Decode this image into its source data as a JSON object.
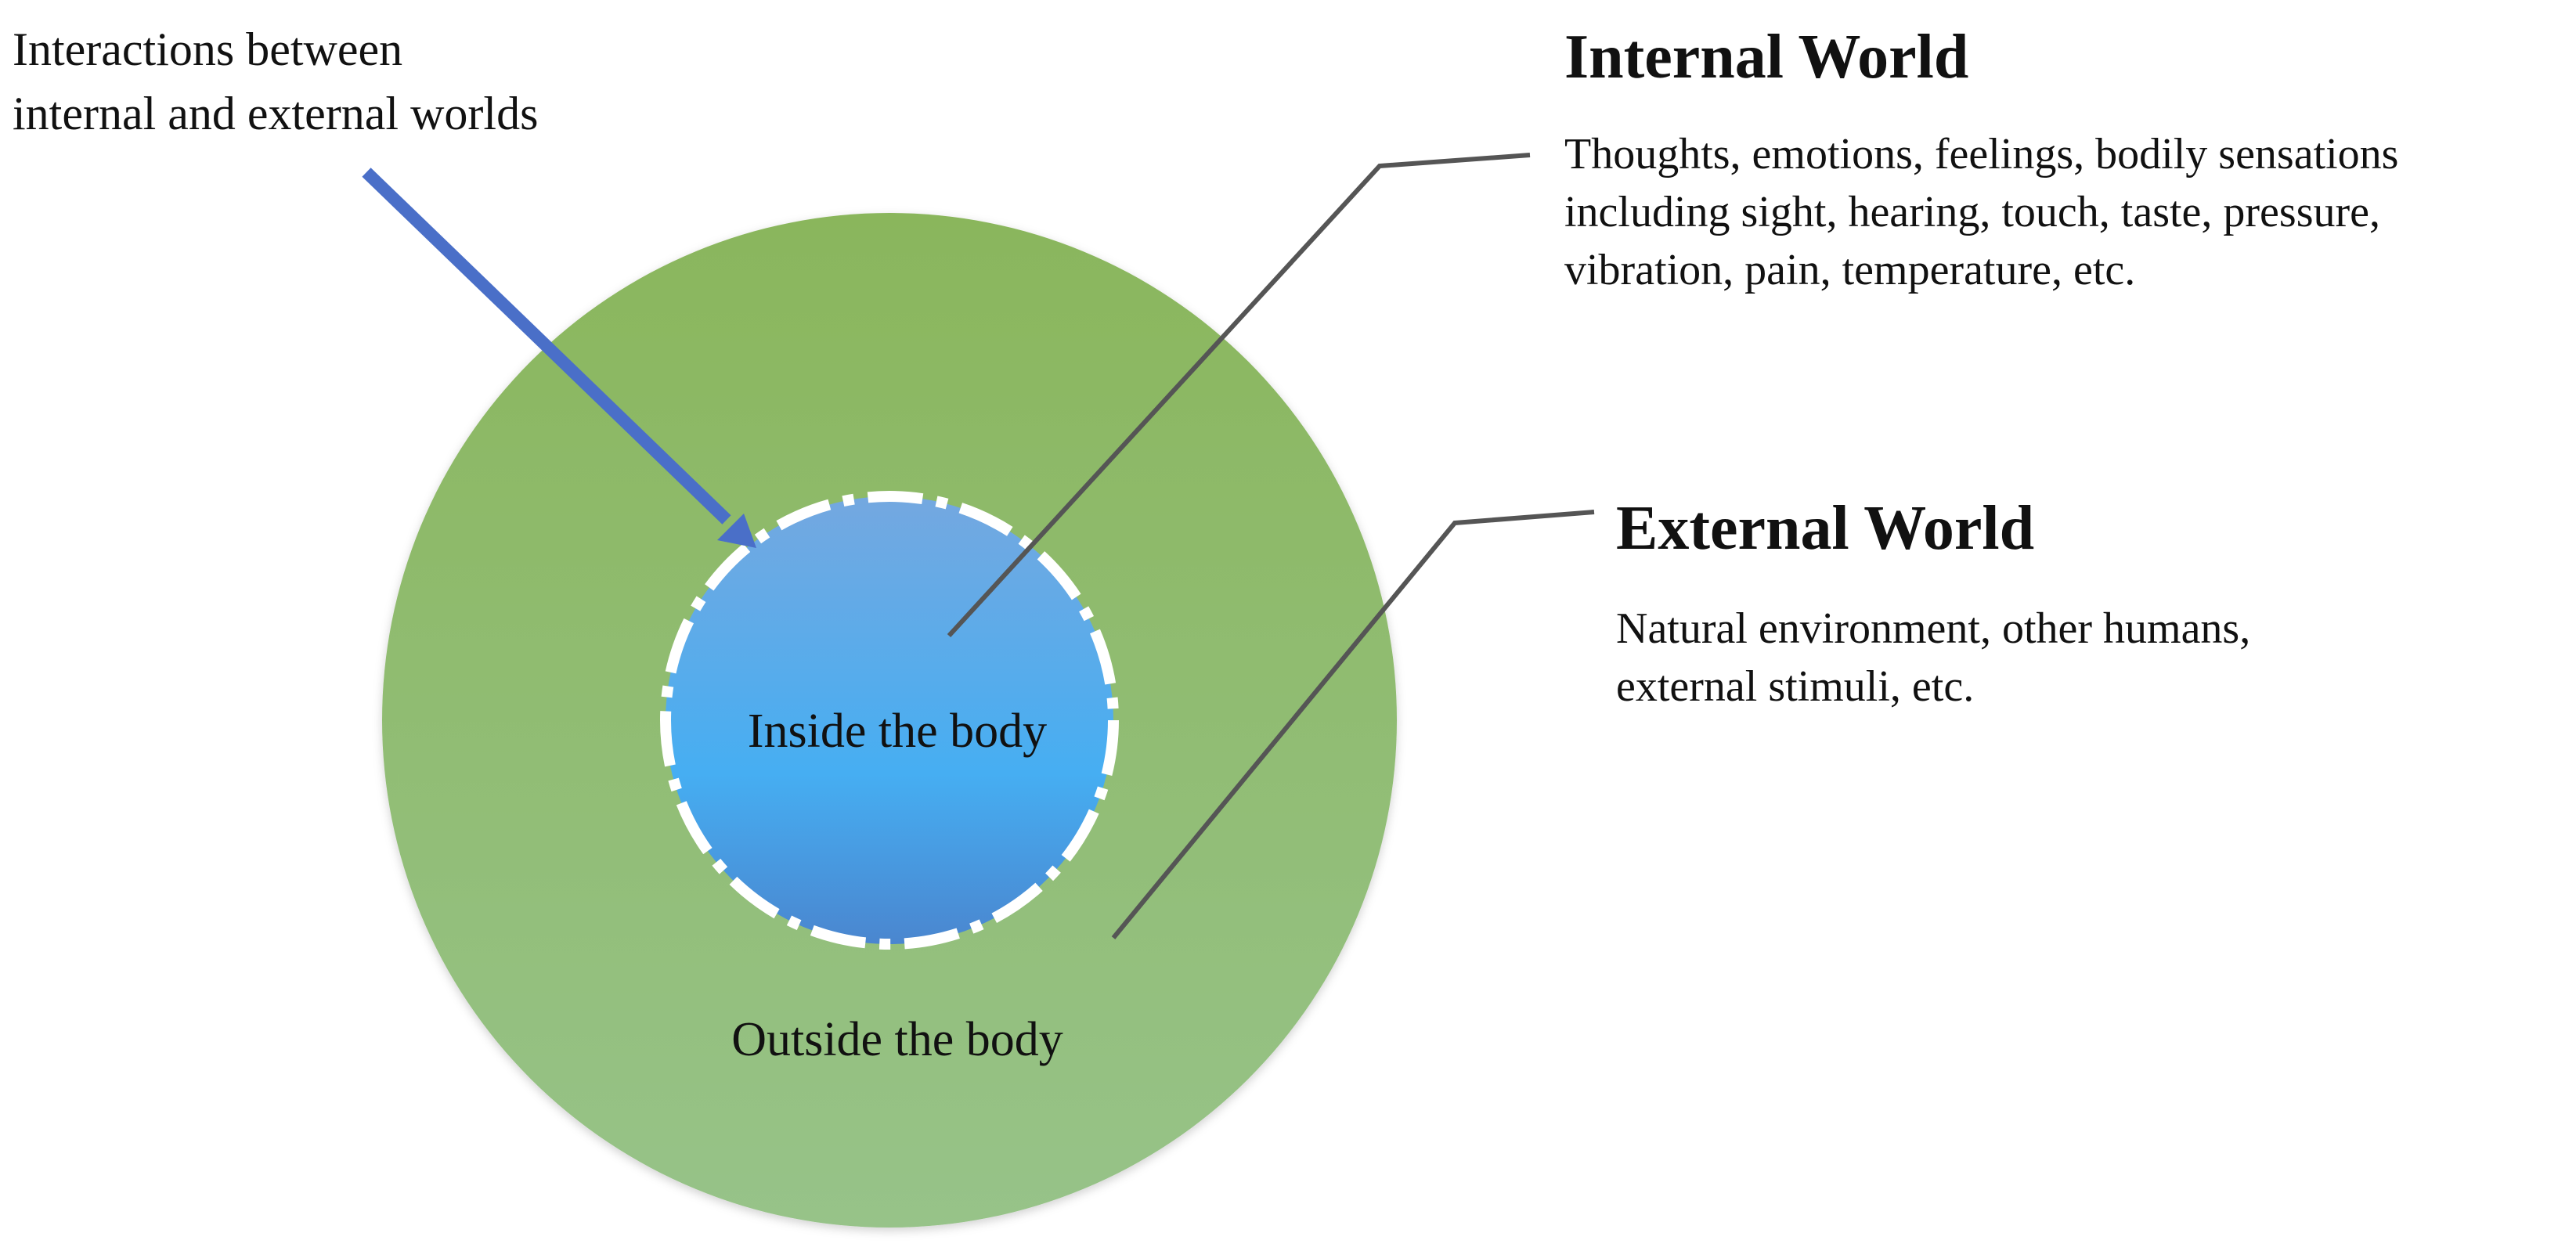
{
  "arrow_caption": "Interactions between\ninternal and external worlds",
  "internal_world": {
    "title": "Internal World",
    "description": "Thoughts, emotions, feelings, bodily sensations\nincluding sight, hearing, touch, taste, pressure,\nvibration, pain, temperature, etc."
  },
  "external_world": {
    "title": "External World",
    "description": "Natural environment, other humans,\nexternal stimuli, etc."
  },
  "inner_circle": {
    "label": "Inside the body"
  },
  "outer_circle": {
    "label": "Outside the body"
  },
  "colors": {
    "outer_circle_top": "#8ab65c",
    "outer_circle_bottom": "#97c389",
    "inner_circle_top": "#74a8e0",
    "inner_circle_mid": "#46aef2",
    "inner_circle_bottom": "#4a86cf",
    "arrow": "#4a6fc8",
    "leader_line": "#555555",
    "dashed_border": "#ffffff"
  }
}
